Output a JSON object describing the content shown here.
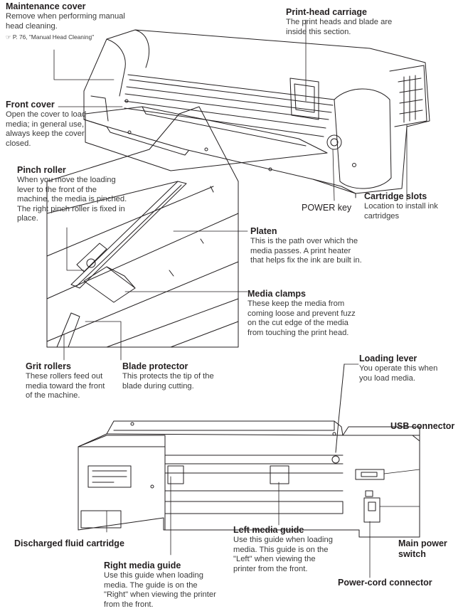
{
  "callouts": {
    "maintenance_cover": {
      "title": "Maintenance cover",
      "desc": "Remove when performing manual head cleaning.",
      "ref": "☞ P. 76, \"Manual Head Cleaning\""
    },
    "print_head_carriage": {
      "title": "Print-head carriage",
      "desc": "The print heads and blade are inside this section."
    },
    "front_cover": {
      "title": "Front cover",
      "desc": "Open the cover to load media; in general use, always keep the cover closed."
    },
    "pinch_roller": {
      "title": "Pinch roller",
      "desc": "When you move the loading lever to the front of the machine, the media is pinched. The right pinch roller is fixed in place."
    },
    "power_key": {
      "title": "POWER key"
    },
    "cartridge_slots": {
      "title": "Cartridge slots",
      "desc": "Location to install ink cartridges"
    },
    "platen": {
      "title": "Platen",
      "desc": "This is the path over which the media passes. A print heater that helps fix the ink are built in."
    },
    "media_clamps": {
      "title": "Media clamps",
      "desc": "These keep the media from coming loose and prevent fuzz on the cut edge of the media from touching the print head."
    },
    "grit_rollers": {
      "title": "Grit rollers",
      "desc": "These rollers feed out media toward the front of the machine."
    },
    "blade_protector": {
      "title": "Blade protector",
      "desc": "This protects the tip of the blade during cutting."
    },
    "loading_lever": {
      "title": "Loading lever",
      "desc": "You operate this when you load media."
    },
    "usb_connector": {
      "title": "USB connector"
    },
    "discharged_fluid_cartridge": {
      "title": "Discharged fluid cartridge"
    },
    "left_media_guide": {
      "title": "Left media guide",
      "desc": "Use this guide when loading media. This guide is on the \"Left\" when viewing the printer from the front."
    },
    "main_power_switch": {
      "title": "Main power switch"
    },
    "right_media_guide": {
      "title": "Right media guide",
      "desc": "Use this guide when loading media. The guide is on the \"Right\" when viewing the printer from the front."
    },
    "power_cord_connector": {
      "title": "Power-cord connector"
    }
  }
}
